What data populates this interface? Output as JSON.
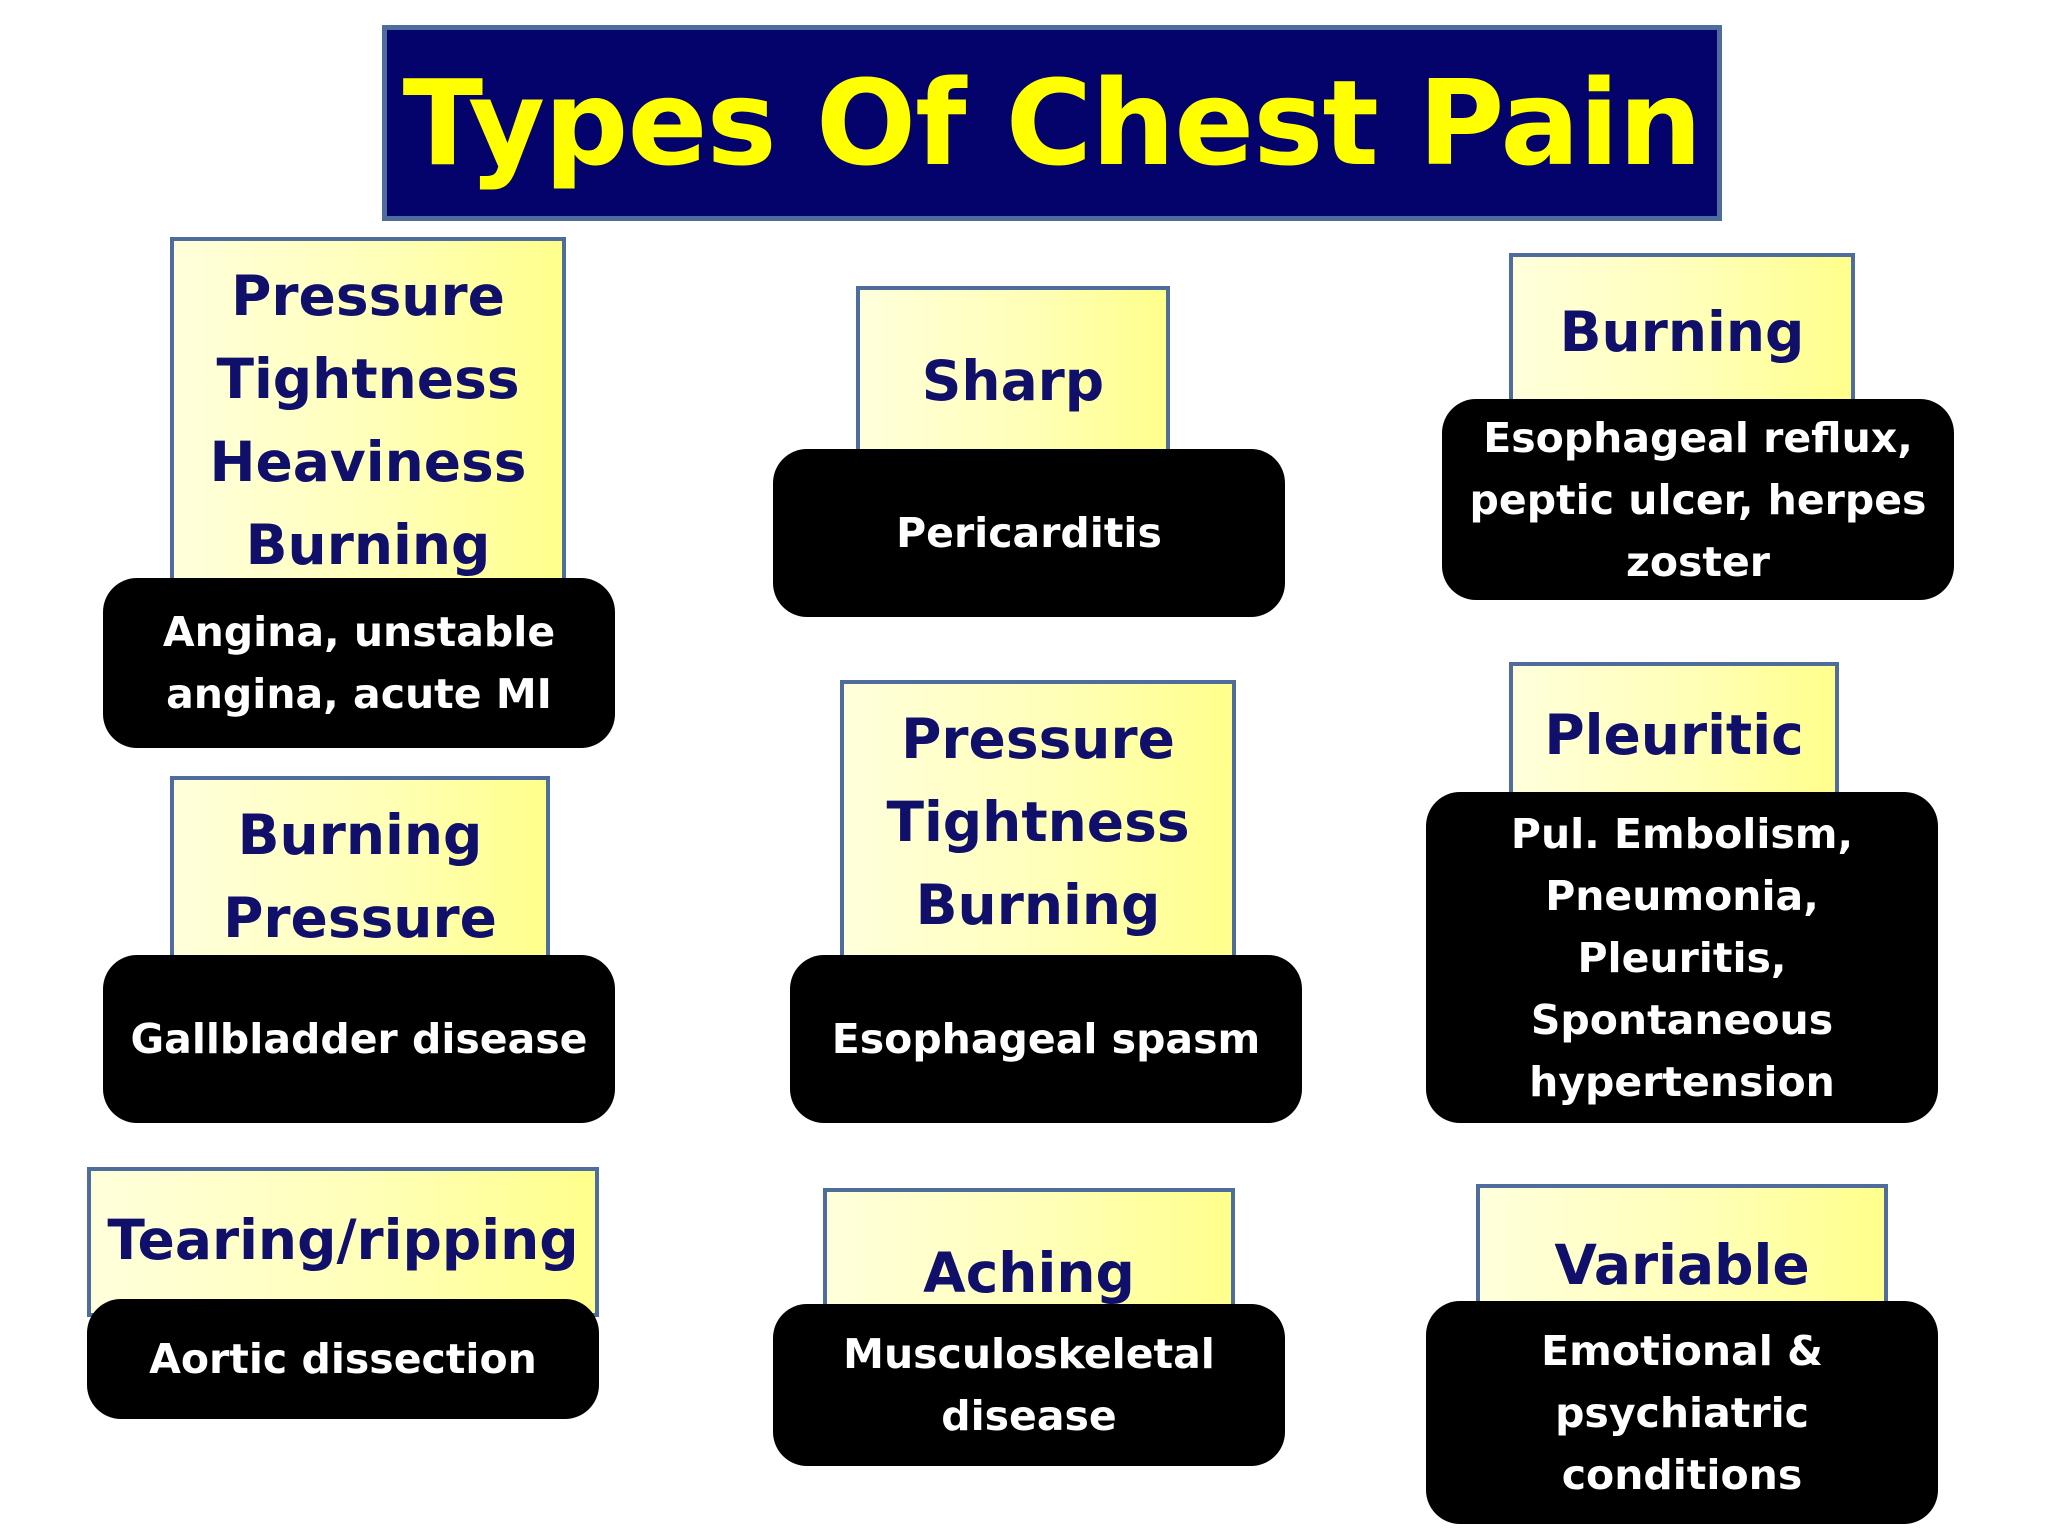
{
  "title": "Types Of Chest Pain",
  "colors": {
    "title_background": "#03036b",
    "title_text": "#ffff00",
    "box_border": "#4e6c9c",
    "type_text": "#10106b",
    "type_fill": "#ffffb8",
    "condition_background": "#000000",
    "condition_text": "#ffffff"
  },
  "cells": [
    {
      "type_lines": [
        "Pressure",
        "Tightness",
        "Heaviness",
        "Burning"
      ],
      "condition_lines": [
        "Angina, unstable",
        "angina, acute MI"
      ]
    },
    {
      "type_lines": [
        "Sharp"
      ],
      "condition_lines": [
        "Pericarditis"
      ]
    },
    {
      "type_lines": [
        "Burning"
      ],
      "condition_lines": [
        "Esophageal reflux,",
        "peptic ulcer, herpes",
        "zoster"
      ]
    },
    {
      "type_lines": [
        "Burning",
        "Pressure"
      ],
      "condition_lines": [
        "Gallbladder disease"
      ]
    },
    {
      "type_lines": [
        "Pressure",
        "Tightness",
        "Burning"
      ],
      "condition_lines": [
        "Esophageal spasm"
      ]
    },
    {
      "type_lines": [
        "Pleuritic"
      ],
      "condition_lines": [
        "Pul. Embolism,",
        "Pneumonia,",
        "Pleuritis,",
        "Spontaneous",
        "hypertension"
      ]
    },
    {
      "type_lines": [
        "Tearing/ripping"
      ],
      "condition_lines": [
        "Aortic dissection"
      ]
    },
    {
      "type_lines": [
        "Aching"
      ],
      "condition_lines": [
        "Musculoskeletal",
        "disease"
      ]
    },
    {
      "type_lines": [
        "Variable"
      ],
      "condition_lines": [
        "Emotional &",
        "psychiatric",
        "conditions"
      ]
    }
  ]
}
